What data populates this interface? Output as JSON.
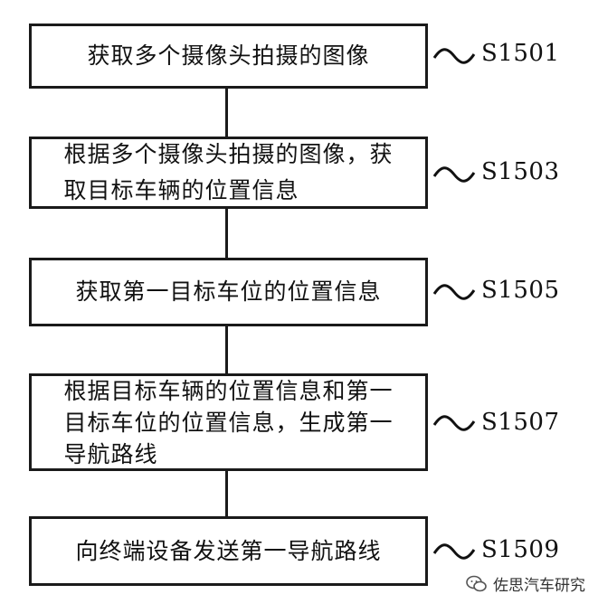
{
  "steps": [
    {
      "id": "S1501",
      "text": "获取多个摄像头拍摄的图像"
    },
    {
      "id": "S1503",
      "text": "根据多个摄像头拍摄的图像，获\n取目标车辆的位置信息"
    },
    {
      "id": "S1505",
      "text": "获取第一目标车位的位置信息"
    },
    {
      "id": "S1507",
      "text": "根据目标车辆的位置信息和第一\n目标车位的位置信息，生成第一\n导航路线"
    },
    {
      "id": "S1509",
      "text": "向终端设备发送第一导航路线"
    }
  ],
  "watermark": {
    "text": "佐思汽车研究",
    "icon": "wechat-icon"
  }
}
